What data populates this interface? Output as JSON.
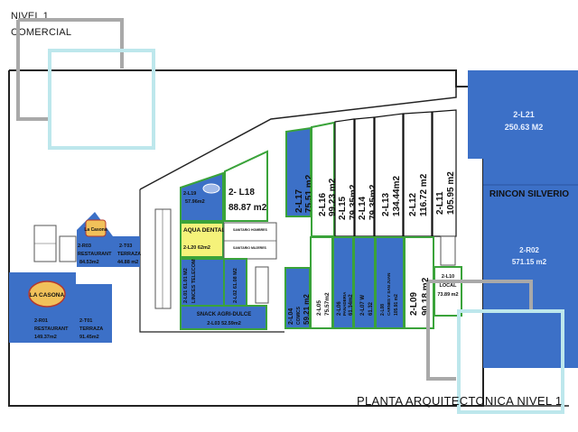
{
  "header": {
    "level": "NIVEL 1",
    "type": "COMERCIAL"
  },
  "footer": {
    "title": "PLANTA ARQUITECTONICA NIVEL 1"
  },
  "units": {
    "l21": {
      "code": "2-L21",
      "area": "250.63 M2"
    },
    "rincon": {
      "name": "RINCON SILVERIO"
    },
    "r02": {
      "code": "2-R02",
      "area": "571.15 m2"
    },
    "l19": {
      "code": "2-L19",
      "area": "57.96m2"
    },
    "l18": {
      "code": "2- L18",
      "area": "88.87 m2"
    },
    "l17": {
      "code": "2-L17",
      "area": "75.51 m2"
    },
    "l16": {
      "code": "2-L16",
      "area": "99.23 m2"
    },
    "l15": {
      "code": "2-L15",
      "area": "79.35m2"
    },
    "l14": {
      "code": "2-L14",
      "area": "79.35m2"
    },
    "l13": {
      "code": "2-L13",
      "area": "134.44m2"
    },
    "l12": {
      "code": "2-L12",
      "area": "116.72 m2"
    },
    "l11": {
      "code": "2-L11",
      "area": "105.95 m2"
    },
    "l20": {
      "name": "AQUA DENTAL SPA",
      "code_area": "2-L20 62m2"
    },
    "l01": {
      "code_area": "2-L01 61.01 M2",
      "name": "LINCES TELECOM"
    },
    "l02": {
      "code_area": "2-L02 61.08 M2"
    },
    "l03": {
      "name": "SNACK AGRI-DULCE",
      "code_area": "2-L03 52.59m2"
    },
    "l04": {
      "code": "2-L04",
      "name": "COMICS",
      "area": "59.21 m2"
    },
    "l05": {
      "code": "2-L05",
      "area": "75.57m2"
    },
    "l06": {
      "code": "2-L06",
      "name": "PANADERIA",
      "area": "61.34m2"
    },
    "l07": {
      "code": "2-L07 W",
      "area": "61.32"
    },
    "l08": {
      "code": "2-L08",
      "name": "CARNES Y SAN JUAN",
      "area": "105.91 m2"
    },
    "l09": {
      "code": "2-L09",
      "area": "90.18 m2"
    },
    "l10": {
      "code": "2-L10",
      "name": "LOCAL",
      "area": "73.89 m2"
    },
    "r03": {
      "code": "2-R03",
      "name": "RESTAURANT",
      "area": "84.53m2",
      "logo": "La Casona"
    },
    "t03": {
      "code": "2-T03",
      "name": "TERRAZA",
      "area": "44.88 m2"
    },
    "r01": {
      "code": "2-R01",
      "name": "RESTAURANT",
      "area": "149.37m2",
      "logo": "LA CASONA"
    },
    "t01": {
      "code": "2-T01",
      "name": "TERRAZA",
      "area": "91.45m2"
    }
  },
  "services": {
    "s1": "SANITARIO HOMBRES",
    "s2": "SANITARIO MUJERES"
  },
  "colors": {
    "blue_unit": "#3c70c7",
    "green_outline": "#3aa33a",
    "yellow_unit": "#f5f27a",
    "overlay_gray": "#a9a9a9",
    "overlay_cyan": "#bde7ec"
  }
}
